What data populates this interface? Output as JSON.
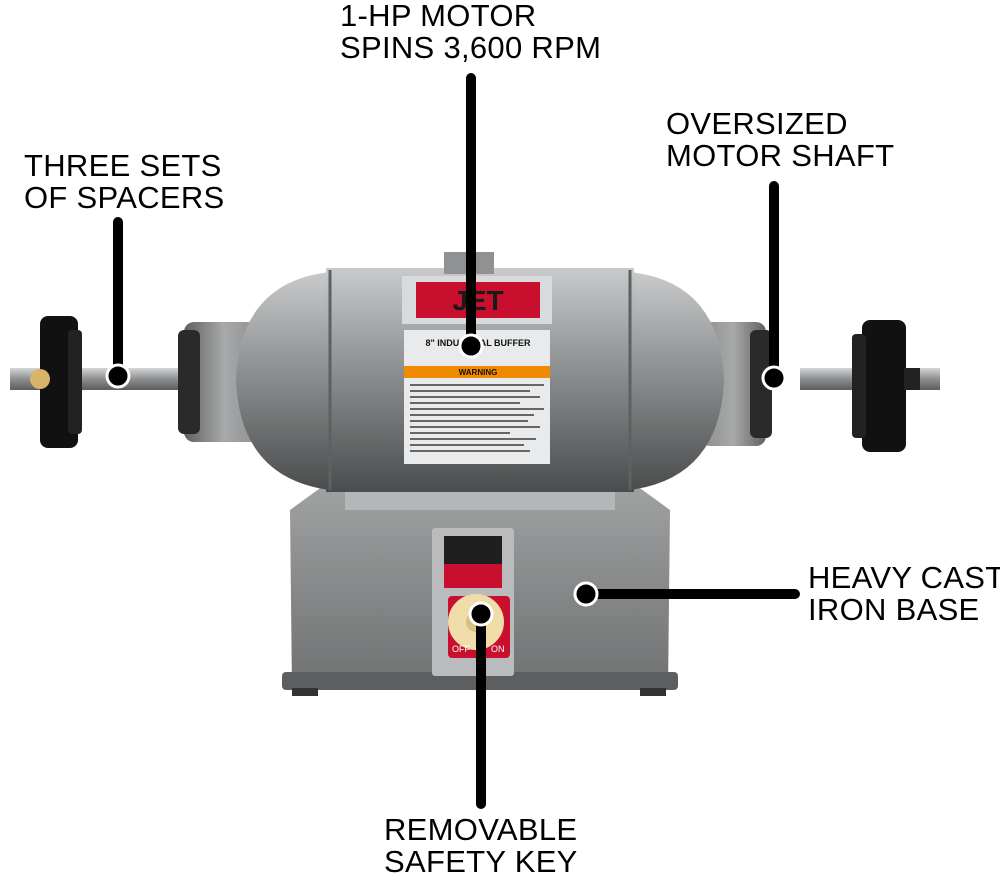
{
  "callouts": {
    "motor": {
      "line1": "1-HP MOTOR",
      "line2": "SPINS 3,600 RPM"
    },
    "spacers": {
      "line1": "THREE SETS",
      "line2": "OF SPACERS"
    },
    "shaft": {
      "line1": "OVERSIZED",
      "line2": "MOTOR SHAFT"
    },
    "base": {
      "line1": "HEAVY CAST",
      "line2": "IRON BASE"
    },
    "key": {
      "line1": "REMOVABLE",
      "line2": "SAFETY KEY"
    }
  },
  "machine": {
    "brand": "JET",
    "plate_title": "8\" INDUSTRIAL BUFFER",
    "warning_label": "WARNING",
    "switch_off": "OFF",
    "switch_on": "ON"
  },
  "colors": {
    "body_gray": "#8e9091",
    "brand_red": "#c8102e",
    "key_yellow": "#f0dca8",
    "leader_black": "#000000"
  }
}
